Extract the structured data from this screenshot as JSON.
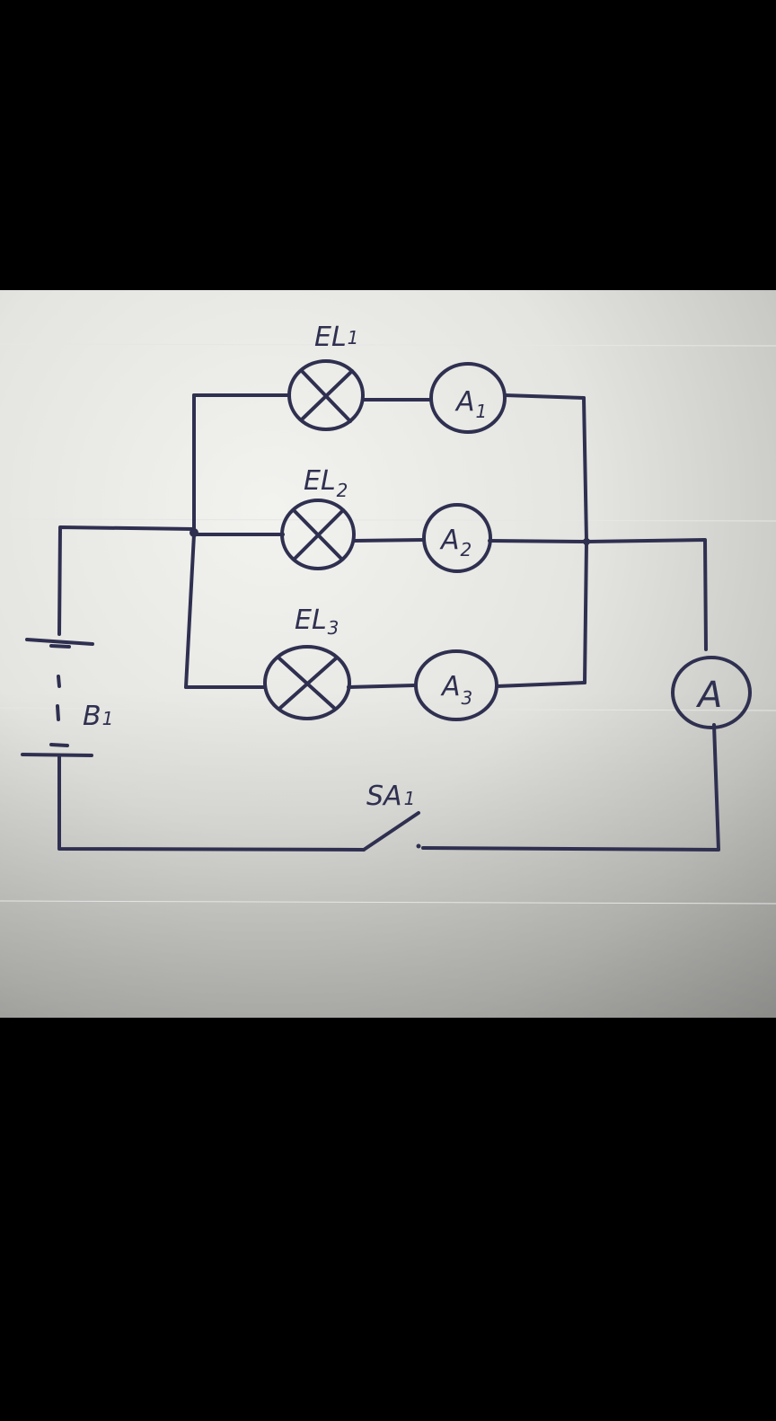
{
  "lamps": [
    {
      "name": "EL",
      "sub": "1"
    },
    {
      "name": "EL",
      "sub": "2"
    },
    {
      "name": "EL",
      "sub": "3"
    }
  ],
  "ammeters": [
    {
      "name": "A",
      "sub": "1"
    },
    {
      "name": "A",
      "sub": "2"
    },
    {
      "name": "A",
      "sub": "3"
    }
  ],
  "main_ammeter": "A",
  "battery": {
    "name": "B",
    "sub": "1"
  },
  "switch": {
    "name": "SA",
    "sub": "1"
  },
  "colors": {
    "ink": "#2f3050",
    "paper": "#e8e8e4",
    "frame": "#000000"
  }
}
